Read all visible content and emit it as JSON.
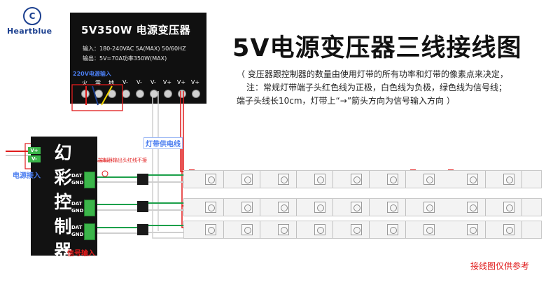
{
  "logo": {
    "mark": "C",
    "text": "Heartblue"
  },
  "psu": {
    "title": "5V350W 电源变压器",
    "spec_input": "输入：180-240VAC  5A(MAX) 50/60HZ",
    "spec_output": "输出：5V=70A功率350W(MAX)",
    "input_label": "220V电源输入",
    "terminals": [
      "火",
      "零",
      "地",
      "V-",
      "V-",
      "V-",
      "V+",
      "V+",
      "V+"
    ]
  },
  "title": "5V电源变压器三线接线图",
  "notes": [
    "（ 变压器跟控制器的数量由使用灯带的所有功率和灯带的像素点来决定，",
    "注：常规灯带端子头红色线为正极，白色线为负极，绿色线为信号线；",
    "端子头线长10cm，灯带上“→”箭头方向为信号输入方向 ）"
  ],
  "controller": {
    "name": "幻彩控制器",
    "power_label": "电源接入",
    "signal_label": "信号输入",
    "vplus": "V+",
    "vminus": "V-",
    "ports": [
      {
        "dat": "DAT",
        "gnd": "GND"
      },
      {
        "dat": "DAT",
        "gnd": "GND"
      },
      {
        "dat": "DAT",
        "gnd": "GND"
      }
    ],
    "note": "控制器输出头红线不接"
  },
  "light_label": "灯带供电线",
  "bottom_note": "接线图仅供参考",
  "colors": {
    "positive": "#e01b1b",
    "negative": "#ffffff",
    "signal": "#1ca04a",
    "psu": "#101010",
    "title": "#111111"
  }
}
